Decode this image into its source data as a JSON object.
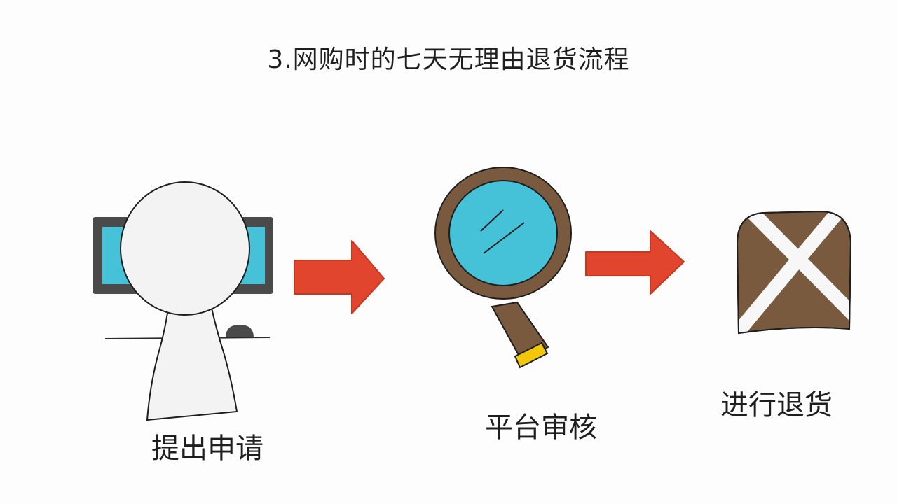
{
  "title": "3.网购时的七天无理由退货流程",
  "steps": [
    {
      "label": "提出申请",
      "icon": "person-at-computer-icon"
    },
    {
      "label": "平台审核",
      "icon": "magnifying-glass-icon"
    },
    {
      "label": "进行退货",
      "icon": "crossed-package-icon"
    }
  ],
  "colors": {
    "arrow": "#e2452e",
    "screen": "#45c1d8",
    "monitor_frame": "#4a4a4a",
    "brown": "#7a5a3e",
    "gold": "#f2c70a",
    "person": "#f3f3f3"
  }
}
